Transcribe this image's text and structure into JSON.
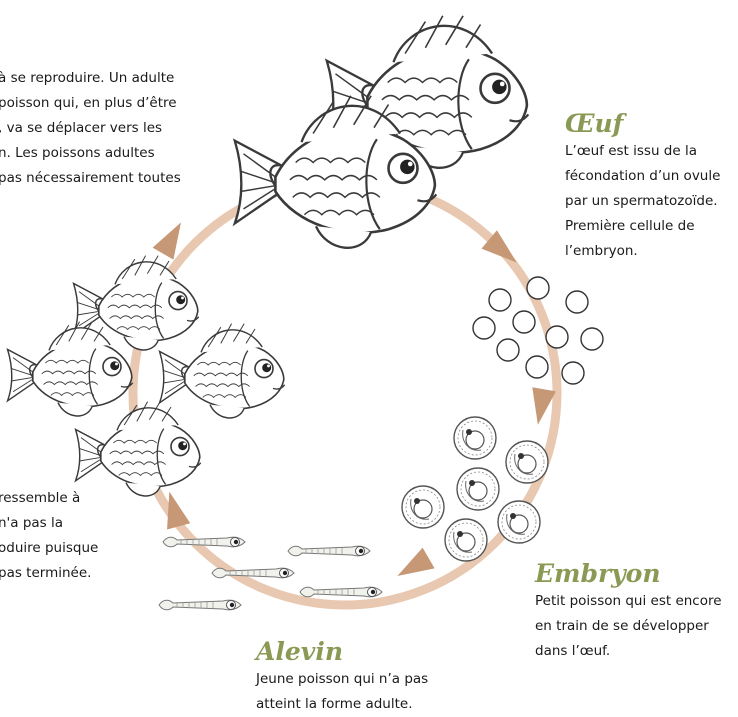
{
  "diagram": {
    "colors": {
      "cycle_ring": "#e8c8b0",
      "arrow": "#c69876",
      "stage_title": "#8a9a55",
      "text": "#1a1a1a",
      "fish_outline": "#3a3a3a"
    },
    "stages": {
      "adult": {
        "lines": [
          "à se reproduire. Un adulte",
          " poisson qui, en plus d’être",
          ", va se déplacer vers les",
          "n. Les poissons adultes",
          "pas nécessairement toutes"
        ]
      },
      "egg": {
        "title": "Œuf",
        "lines": [
          "L’œuf est issu de la",
          "fécondation d’un ovule",
          "par un spermatozoïde.",
          "Première cellule de",
          "l’embryon."
        ]
      },
      "embryo": {
        "title": "Embryon",
        "lines": [
          "Petit poisson qui est encore",
          "en train de se développer",
          "dans l’œuf."
        ]
      },
      "larva": {
        "title": "Alevin",
        "lines": [
          "Jeune poisson qui n’a pas",
          "atteint la forme adulte."
        ]
      },
      "juvenile": {
        "lines": [
          "ressemble à",
          "n'a pas la",
          "oduire puisque",
          "pas terminée."
        ]
      }
    },
    "illustrations": {
      "adult_fish": "fish-icon",
      "eggs": "egg-icon",
      "embryos": "embryo-icon",
      "larvae": "larva-icon",
      "juvenile_fish": "fish-icon",
      "arrows": "arrow-icon"
    }
  }
}
